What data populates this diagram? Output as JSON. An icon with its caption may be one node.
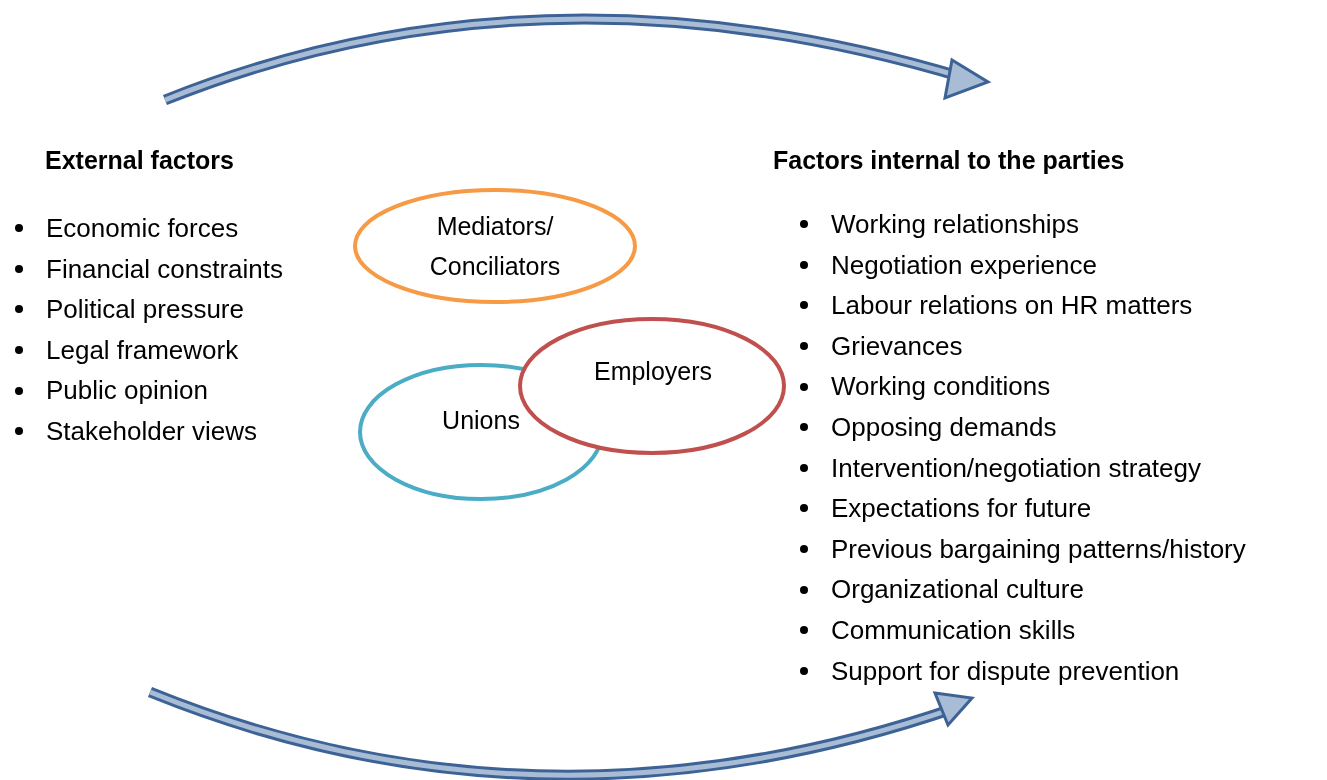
{
  "diagram": {
    "nodes": [
      {
        "text": [
          "Mediators/ Conciliators"
        ]
      },
      {
        "text": [
          "Unions"
        ]
      },
      {
        "text": [
          "Employers"
        ]
      }
    ],
    "labels": [
      "External factors",
      "Economic forces",
      "Financial constraints",
      "Political pressure",
      "Legal framework",
      "Public opinion",
      "Stakeholder views",
      "Factors internal to the parties",
      "Working relationships",
      "Negotiation experience",
      "Labour relations on HR matters",
      "Grievances",
      "Working conditions",
      "Opposing demands",
      "Intervention/negotiation strategy",
      "Expectations for future",
      "Previous bargaining patterns/history",
      "Organizational culture",
      "Communication skills",
      "Support for dispute prevention"
    ]
  }
}
